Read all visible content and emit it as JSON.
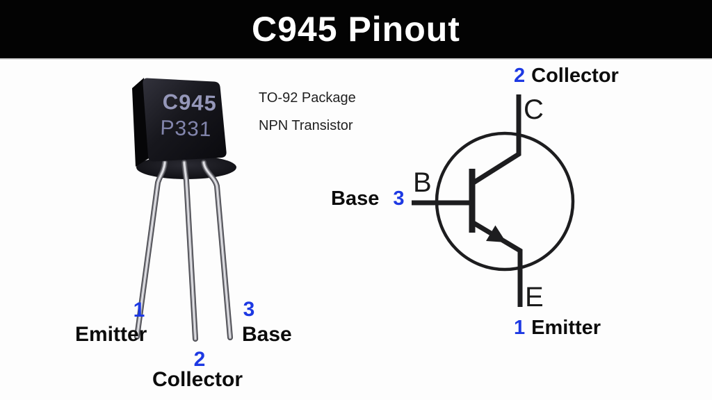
{
  "header": {
    "title": "C945 Pinout"
  },
  "description": {
    "line1": "TO-92 Package",
    "line2": "NPN Transistor"
  },
  "package_figure": {
    "marking_line1": "C945",
    "marking_line2": "P331",
    "pin1": {
      "number": "1",
      "name": "Emitter"
    },
    "pin2": {
      "number": "2",
      "name": "Collector"
    },
    "pin3": {
      "number": "3",
      "name": "Base"
    }
  },
  "symbol_figure": {
    "collector": {
      "number": "2",
      "name": "Collector",
      "letter": "C"
    },
    "base": {
      "number": "3",
      "name": "Base",
      "letter": "B"
    },
    "emitter": {
      "number": "1",
      "name": "Emitter",
      "letter": "E"
    }
  },
  "colors": {
    "accent_blue": "#1d39e3",
    "header_bg": "#030303",
    "header_fg": "#ffffff",
    "page_bg": "#fdfdfd",
    "line_color": "#1d1d1f",
    "marking_color_1": "#9597b9",
    "marking_color_2": "#8285ac"
  }
}
